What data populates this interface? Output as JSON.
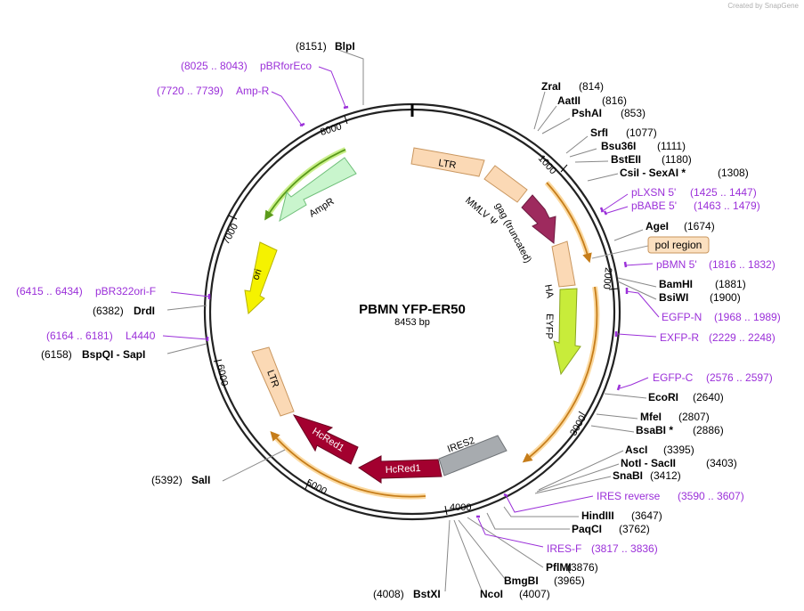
{
  "credit": "Created by SnapGene",
  "plasmid": {
    "name": "PBMN YFP-ER50",
    "length_label": "8453 bp",
    "length": 8453
  },
  "ticks": [
    "1000",
    "2000",
    "3000",
    "4000",
    "5000",
    "6000",
    "7000",
    "8000"
  ],
  "features": [
    {
      "id": "ltr1",
      "label": "LTR",
      "color": "#fbd9b5",
      "stroke": "#d7a877"
    },
    {
      "id": "psi",
      "label": "MMLV Ψ",
      "color": "#fbd9b5",
      "stroke": "#d7a877"
    },
    {
      "id": "gag",
      "label": "gag (truncated)",
      "color": "#9e2a5e",
      "stroke": "#6e1c41"
    },
    {
      "id": "ha",
      "label": "HA",
      "color": "#fbd9b5",
      "stroke": "#d7a877"
    },
    {
      "id": "eyfp",
      "label": "EYFP",
      "color": "#c8ec3a",
      "stroke": "#8aa620"
    },
    {
      "id": "ires2",
      "label": "IRES2",
      "color": "#a7abaf",
      "stroke": "#7a7e82"
    },
    {
      "id": "hcred2",
      "label": "HcRed1",
      "color": "#a3002f",
      "stroke": "#6a0020"
    },
    {
      "id": "hcred1",
      "label": "HcRed1",
      "color": "#a3002f",
      "stroke": "#6a0020"
    },
    {
      "id": "ltr2",
      "label": "LTR",
      "color": "#fbd9b5",
      "stroke": "#d7a877"
    },
    {
      "id": "ori",
      "label": "ori",
      "color": "#f5f200",
      "stroke": "#b7b300"
    },
    {
      "id": "ampr",
      "label": "AmpR",
      "color": "#c9f5cd",
      "stroke": "#6fbf79"
    }
  ],
  "region_box": {
    "label": "pol region",
    "color": "#fbe0c0"
  },
  "enzymes": [
    {
      "name": "BlpI",
      "pos": "(8151)"
    },
    {
      "name": "ZraI",
      "pos": "(814)"
    },
    {
      "name": "AatII",
      "pos": "(816)"
    },
    {
      "name": "PshAI",
      "pos": "(853)"
    },
    {
      "name": "SrfI",
      "pos": "(1077)"
    },
    {
      "name": "Bsu36I",
      "pos": "(1111)"
    },
    {
      "name": "BstEII",
      "pos": "(1180)"
    },
    {
      "name": "CsiI - SexAI *",
      "pos": "(1308)"
    },
    {
      "name": "AgeI",
      "pos": "(1674)"
    },
    {
      "name": "BamHI",
      "pos": "(1881)"
    },
    {
      "name": "BsiWI",
      "pos": "(1900)"
    },
    {
      "name": "EcoRI",
      "pos": "(2640)"
    },
    {
      "name": "MfeI",
      "pos": "(2807)"
    },
    {
      "name": "BsaBI *",
      "pos": "(2886)"
    },
    {
      "name": "AscI",
      "pos": "(3395)"
    },
    {
      "name": "NotI - SacII",
      "pos": "(3403)"
    },
    {
      "name": "SnaBI",
      "pos": "(3412)"
    },
    {
      "name": "HindIII",
      "pos": "(3647)"
    },
    {
      "name": "PaqCI",
      "pos": "(3762)"
    },
    {
      "name": "PflMI",
      "pos": "(3876)"
    },
    {
      "name": "BmgBI",
      "pos": "(3965)"
    },
    {
      "name": "NcoI",
      "pos": "(4007)"
    },
    {
      "name": "BstXI",
      "pos": "(4008)"
    },
    {
      "name": "SalI",
      "pos": "(5392)"
    },
    {
      "name": "BspQI - SapI",
      "pos": "(6158)"
    },
    {
      "name": "DrdI",
      "pos": "(6382)"
    }
  ],
  "primers": [
    {
      "name": "pBRforEco",
      "range": "(8025 .. 8043)"
    },
    {
      "name": "Amp-R",
      "range": "(7720 .. 7739)"
    },
    {
      "name": "pLXSN 5'",
      "range": "(1425 .. 1447)"
    },
    {
      "name": "pBABE 5'",
      "range": "(1463 .. 1479)"
    },
    {
      "name": "pBMN 5'",
      "range": "(1816 .. 1832)"
    },
    {
      "name": "EGFP-N",
      "range": "(1968 .. 1989)"
    },
    {
      "name": "EXFP-R",
      "range": "(2229 .. 2248)"
    },
    {
      "name": "EGFP-C",
      "range": "(2576 .. 2597)"
    },
    {
      "name": "IRES reverse",
      "range": "(3590 .. 3607)"
    },
    {
      "name": "IRES-F",
      "range": "(3817 .. 3836)"
    },
    {
      "name": "pBR322ori-F",
      "range": "(6415 .. 6434)"
    },
    {
      "name": "L4440",
      "range": "(6164 .. 6181)"
    }
  ]
}
